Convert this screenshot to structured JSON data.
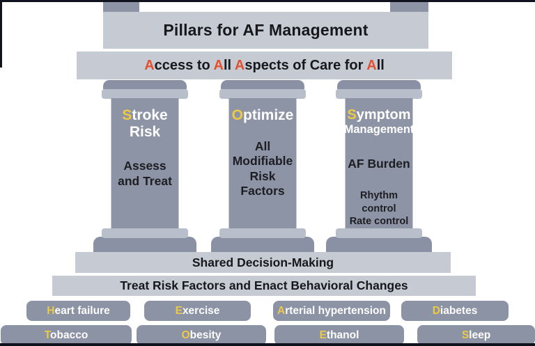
{
  "colors": {
    "accent_yellow": "#EDC944",
    "accent_red": "#E2512F",
    "light_gray_bar": "#C5CAD3",
    "pillar_gray": "#8D94A6",
    "capital_light_gray": "#B9BFCA",
    "frame_dark": "#10131D",
    "text_dark": "#17171C",
    "text_white": "#FFFFFF"
  },
  "title": {
    "text": "Pillars for AF Management"
  },
  "access": {
    "segments": [
      {
        "t": "A",
        "a": 1
      },
      {
        "t": "ccess to "
      },
      {
        "t": "A",
        "a": 1
      },
      {
        "t": "ll "
      },
      {
        "t": "A",
        "a": 1
      },
      {
        "t": "spects of Care for "
      },
      {
        "t": "A",
        "a": 1
      },
      {
        "t": "ll"
      }
    ]
  },
  "pillars": [
    {
      "id": "stroke-risk",
      "heading": [
        {
          "t": "S",
          "a": 1
        },
        {
          "t": "troke\nRisk"
        }
      ],
      "body": "Assess\nand Treat"
    },
    {
      "id": "optimize",
      "heading": [
        {
          "t": "O",
          "a": 1
        },
        {
          "t": "ptimize"
        }
      ],
      "body": "All\nModifiable\nRisk\nFactors"
    },
    {
      "id": "symptom-management",
      "heading": [
        {
          "t": "S",
          "a": 1
        },
        {
          "t": "ymptom"
        }
      ],
      "heading2": "Management",
      "body": "AF Burden",
      "body2": "Rhythm control\nRate control"
    }
  ],
  "base_bars": {
    "shared": "Shared Decision-Making",
    "treat": "Treat Risk Factors and Enact Behavioral Changes"
  },
  "factors": {
    "row1": [
      {
        "label": [
          {
            "t": "H",
            "a": 1
          },
          {
            "t": "eart failure"
          }
        ]
      },
      {
        "label": [
          {
            "t": "E",
            "a": 1
          },
          {
            "t": "xercise"
          }
        ]
      },
      {
        "label": [
          {
            "t": "A",
            "a": 1
          },
          {
            "t": "rterial hypertension"
          }
        ]
      },
      {
        "label": [
          {
            "t": "D",
            "a": 1
          },
          {
            "t": "iabetes"
          }
        ]
      }
    ],
    "row2": [
      {
        "label": [
          {
            "t": "T",
            "a": 1
          },
          {
            "t": "obacco"
          }
        ]
      },
      {
        "label": [
          {
            "t": "O",
            "a": 1
          },
          {
            "t": "besity"
          }
        ]
      },
      {
        "label": [
          {
            "t": "E",
            "a": 1
          },
          {
            "t": "thanol"
          }
        ]
      },
      {
        "label": [
          {
            "t": "S",
            "a": 1
          },
          {
            "t": "leep"
          }
        ]
      }
    ]
  }
}
